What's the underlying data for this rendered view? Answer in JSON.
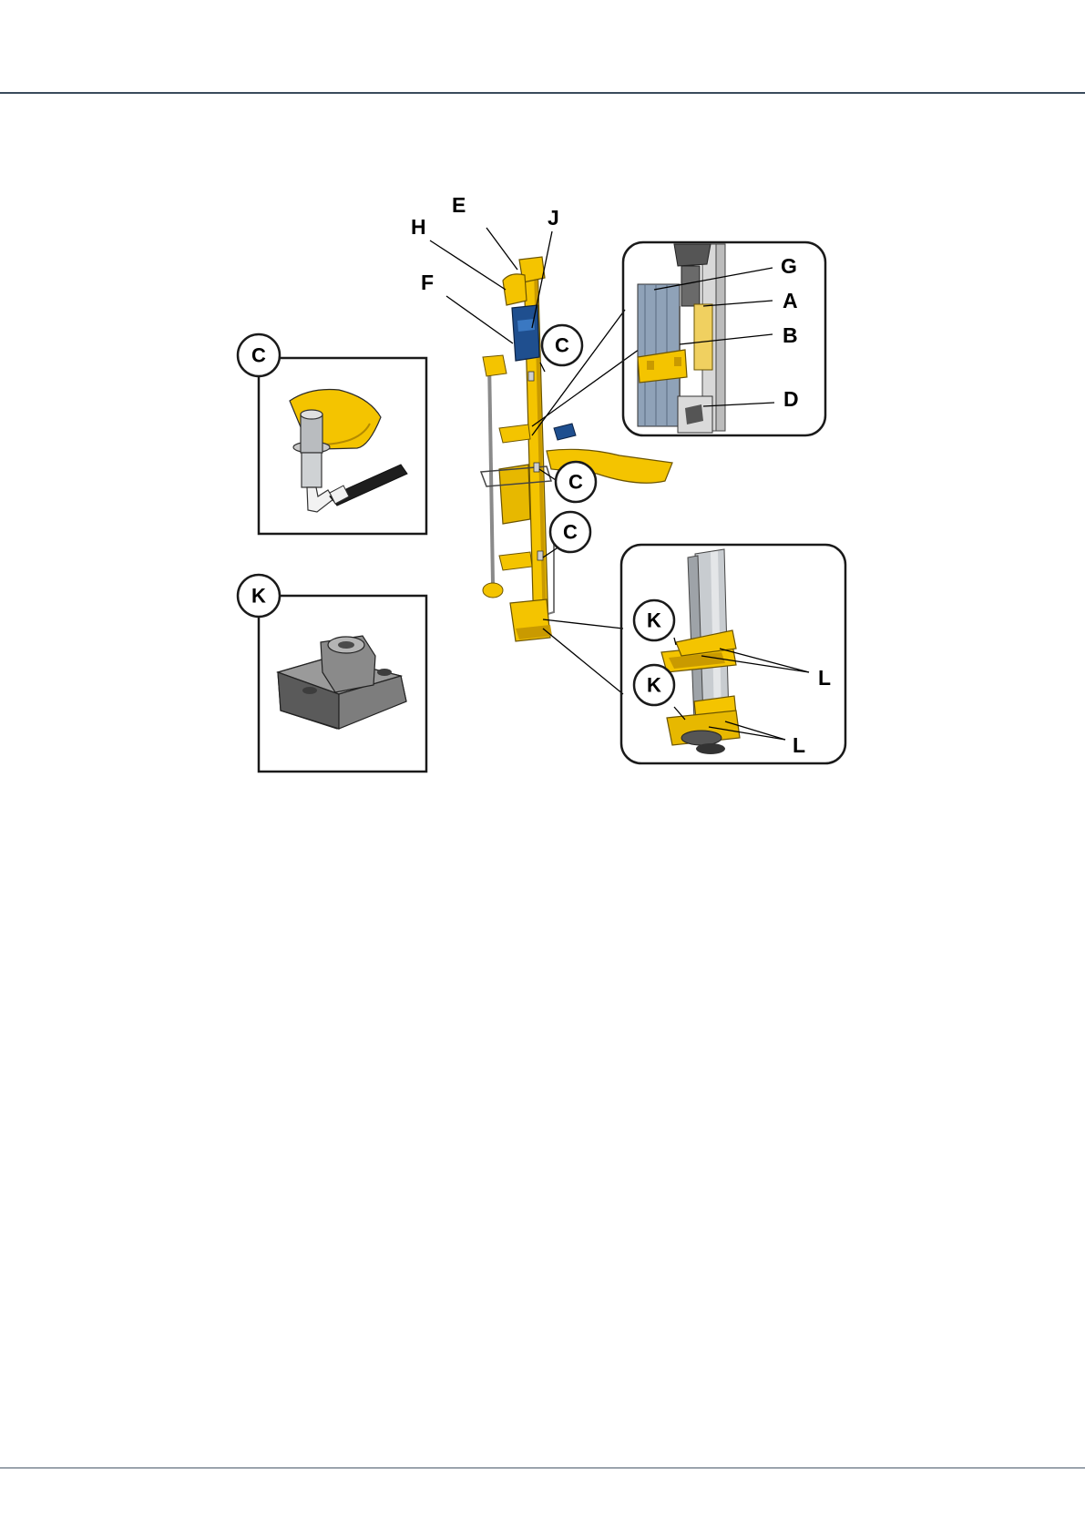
{
  "colors": {
    "rule": "#3a4b5c",
    "machine_yellow": "#f4c400",
    "machine_dark_yellow": "#c99a00",
    "hydraulic_blue": "#1f4f8f",
    "steel_grey": "#9a9ea3",
    "rubber_black": "#222222"
  },
  "diagram": {
    "callouts": {
      "A": "A",
      "B": "B",
      "C": "C",
      "D": "D",
      "E": "E",
      "F": "F",
      "G": "G",
      "H": "H",
      "J": "J",
      "K": "K",
      "L": "L"
    },
    "insets": {
      "sensor_detail": {
        "icon": "proximity-sensor-icon"
      },
      "block_detail": {
        "icon": "rubber-block-icon"
      },
      "upper_detail": {
        "icon": "rod-guide-detail-icon"
      },
      "lower_detail": {
        "icon": "centralizer-detail-icon"
      }
    }
  }
}
